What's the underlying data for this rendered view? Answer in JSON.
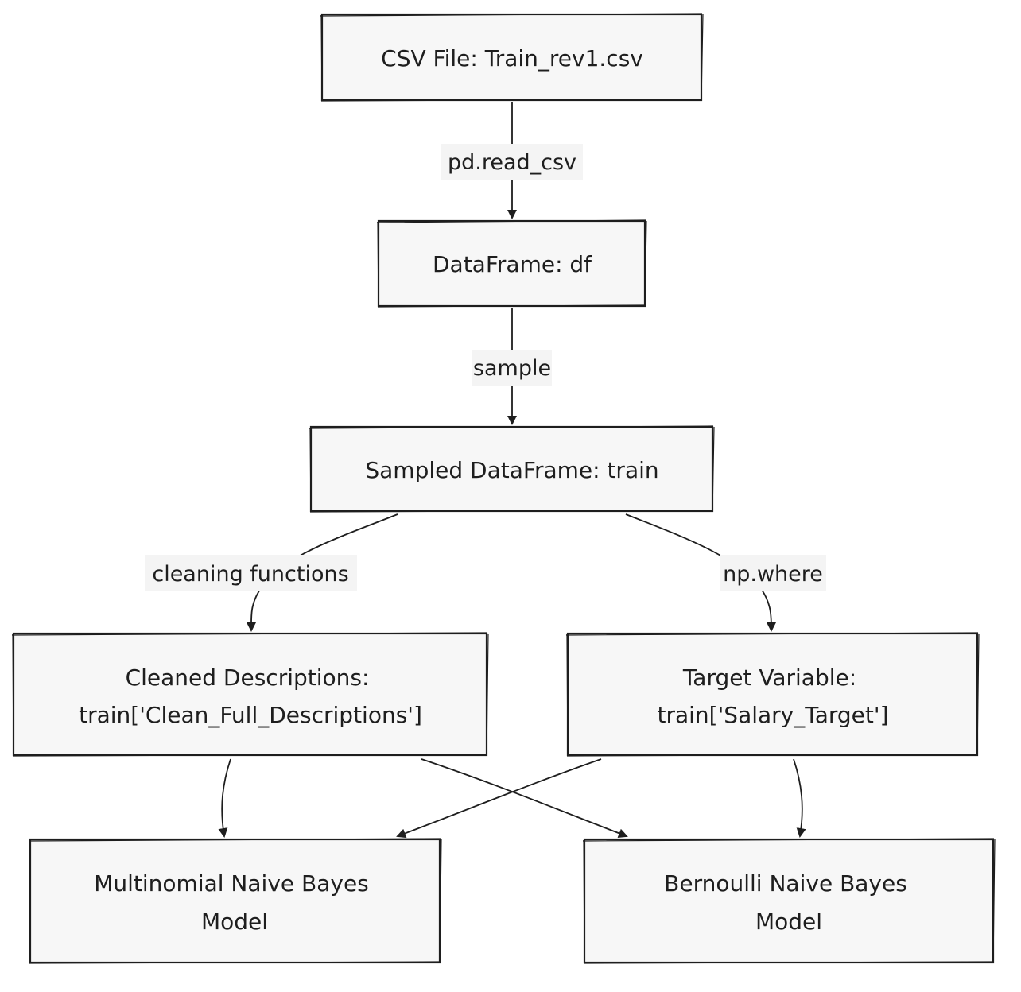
{
  "nodes": {
    "csv_file": {
      "lines": [
        "CSV File: Train_rev1.csv"
      ]
    },
    "dataframe": {
      "lines": [
        "DataFrame: df"
      ]
    },
    "sampled": {
      "lines": [
        "Sampled DataFrame: train"
      ]
    },
    "cleaned": {
      "lines": [
        "Cleaned Descriptions:",
        "train['Clean_Full_Descriptions']"
      ]
    },
    "target": {
      "lines": [
        "Target Variable:",
        "train['Salary_Target']"
      ]
    },
    "multinomial": {
      "lines": [
        "Multinomial Naive Bayes",
        "Model"
      ]
    },
    "bernoulli": {
      "lines": [
        "Bernoulli Naive Bayes",
        "Model"
      ]
    }
  },
  "edges": {
    "read_csv": {
      "label": "pd.read_csv"
    },
    "sample": {
      "label": "sample"
    },
    "cleaning": {
      "label": "cleaning functions"
    },
    "where": {
      "label": "np.where"
    },
    "cleaned_to_multinomial": {
      "label": ""
    },
    "cleaned_to_bernoulli": {
      "label": ""
    },
    "target_to_multinomial": {
      "label": ""
    },
    "target_to_bernoulli": {
      "label": ""
    }
  },
  "colors": {
    "stroke": "#1e1e1e",
    "node_fill": "#f7f7f7",
    "label_bg": "#f4f4f4",
    "background": "#ffffff"
  }
}
